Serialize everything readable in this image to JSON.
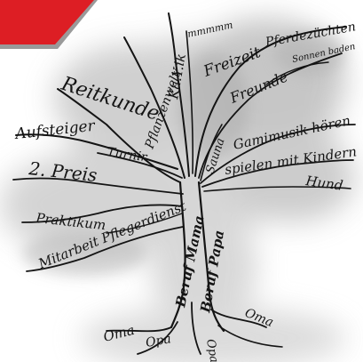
{
  "tree": {
    "roots": {
      "oma_left": "Oma",
      "opa_left": "Opa",
      "opa_center": "Opa",
      "oma_right": "Oma"
    },
    "trunk": {
      "beruf_mama": "Beruf Mama",
      "beruf_papa": "Beruf Papa"
    },
    "left_branches": {
      "reitkunde": "Reitkunde",
      "aufsteiger": "Aufsteiger",
      "turnier": "Turnir",
      "zweiter_preis": "2. Preis",
      "praktikum": "Praktikum",
      "mitarbeit": "Mitarbeit Pflegerdienst"
    },
    "center_branches": {
      "pflanzenwelt": "Pflanzenwelt",
      "kajak": "Ka.Y.ik",
      "scribble": "mmmmm"
    },
    "right_branches": {
      "freizeit": "Freizeit",
      "pferdezuechten": "Pferdezüchten",
      "freunde": "Freunde",
      "sonnen_baden": "Sonnen baden",
      "sauna": "Sauna",
      "gamingmusik": "Gamimusik hören",
      "spielen_kindern": "spielen mit Kindern",
      "hund": "Hund"
    }
  },
  "colors": {
    "banner_red": "#dd1e24",
    "banner_edge": "#9a9a9a",
    "ink": "#141414",
    "smudge": "#c9c9c9"
  }
}
